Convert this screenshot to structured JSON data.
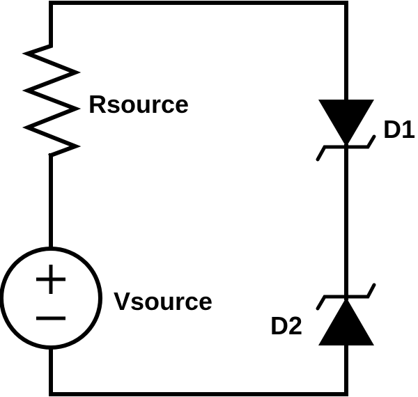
{
  "diagram": {
    "type": "circuit-schematic",
    "components": {
      "resistor": {
        "label": "Rsource",
        "kind": "resistor"
      },
      "source": {
        "label": "Vsource",
        "kind": "voltage-source",
        "plus_symbol": "+",
        "minus_symbol": "−"
      },
      "d1": {
        "label": "D1",
        "kind": "zener-diode",
        "orientation": "cathode-down"
      },
      "d2": {
        "label": "D2",
        "kind": "zener-diode",
        "orientation": "cathode-up"
      }
    },
    "connections": [
      [
        "Vsource+",
        "Rsource"
      ],
      [
        "Rsource",
        "D1 anode"
      ],
      [
        "D1 cathode",
        "D2 cathode"
      ],
      [
        "D2 anode",
        "Vsource-"
      ]
    ],
    "colors": {
      "stroke": "#000000",
      "background": "#ffffff"
    }
  }
}
